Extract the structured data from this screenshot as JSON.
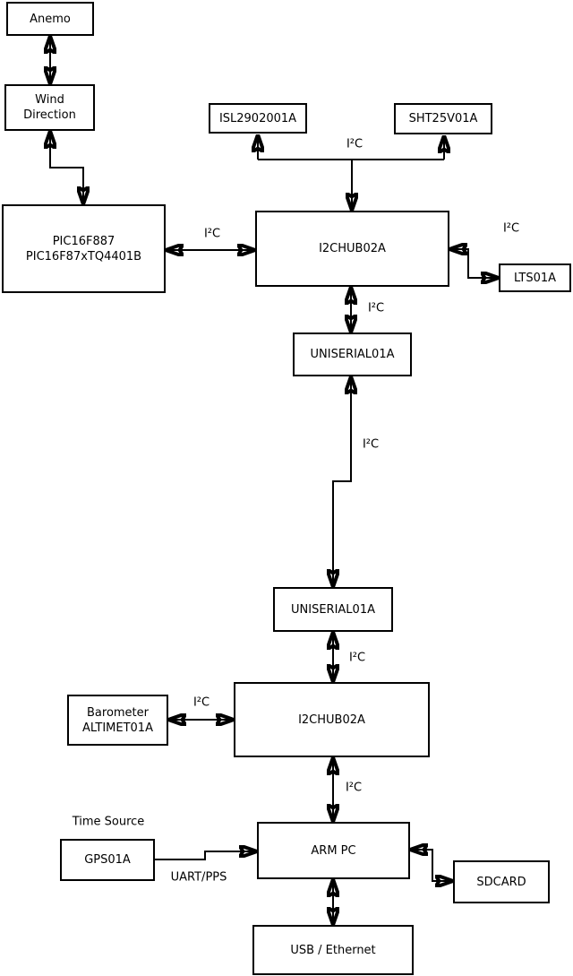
{
  "boxes": {
    "anemo": "Anemo",
    "wind_direction": "Wind\nDirection",
    "pic": "PIC16F887\nPIC16F87xTQ4401B",
    "isl": "ISL2902001A",
    "sht": "SHT25V01A",
    "hub1": "I2CHUB02A",
    "lts": "LTS01A",
    "uniserial1": "UNISERIAL01A",
    "uniserial2": "UNISERIAL01A",
    "hub2": "I2CHUB02A",
    "barometer": "Barometer\nALTIMET01A",
    "gps": "GPS01A",
    "arm_pc": "ARM PC",
    "sdcard": "SDCARD",
    "usb_ethernet": "USB / Ethernet"
  },
  "labels": {
    "i2c": "I²C",
    "uart_pps": "UART/PPS",
    "time_source": "Time Source"
  },
  "colors": {
    "line": "#000000",
    "box_border": "#000000",
    "background": "#ffffff",
    "text": "#000000"
  }
}
